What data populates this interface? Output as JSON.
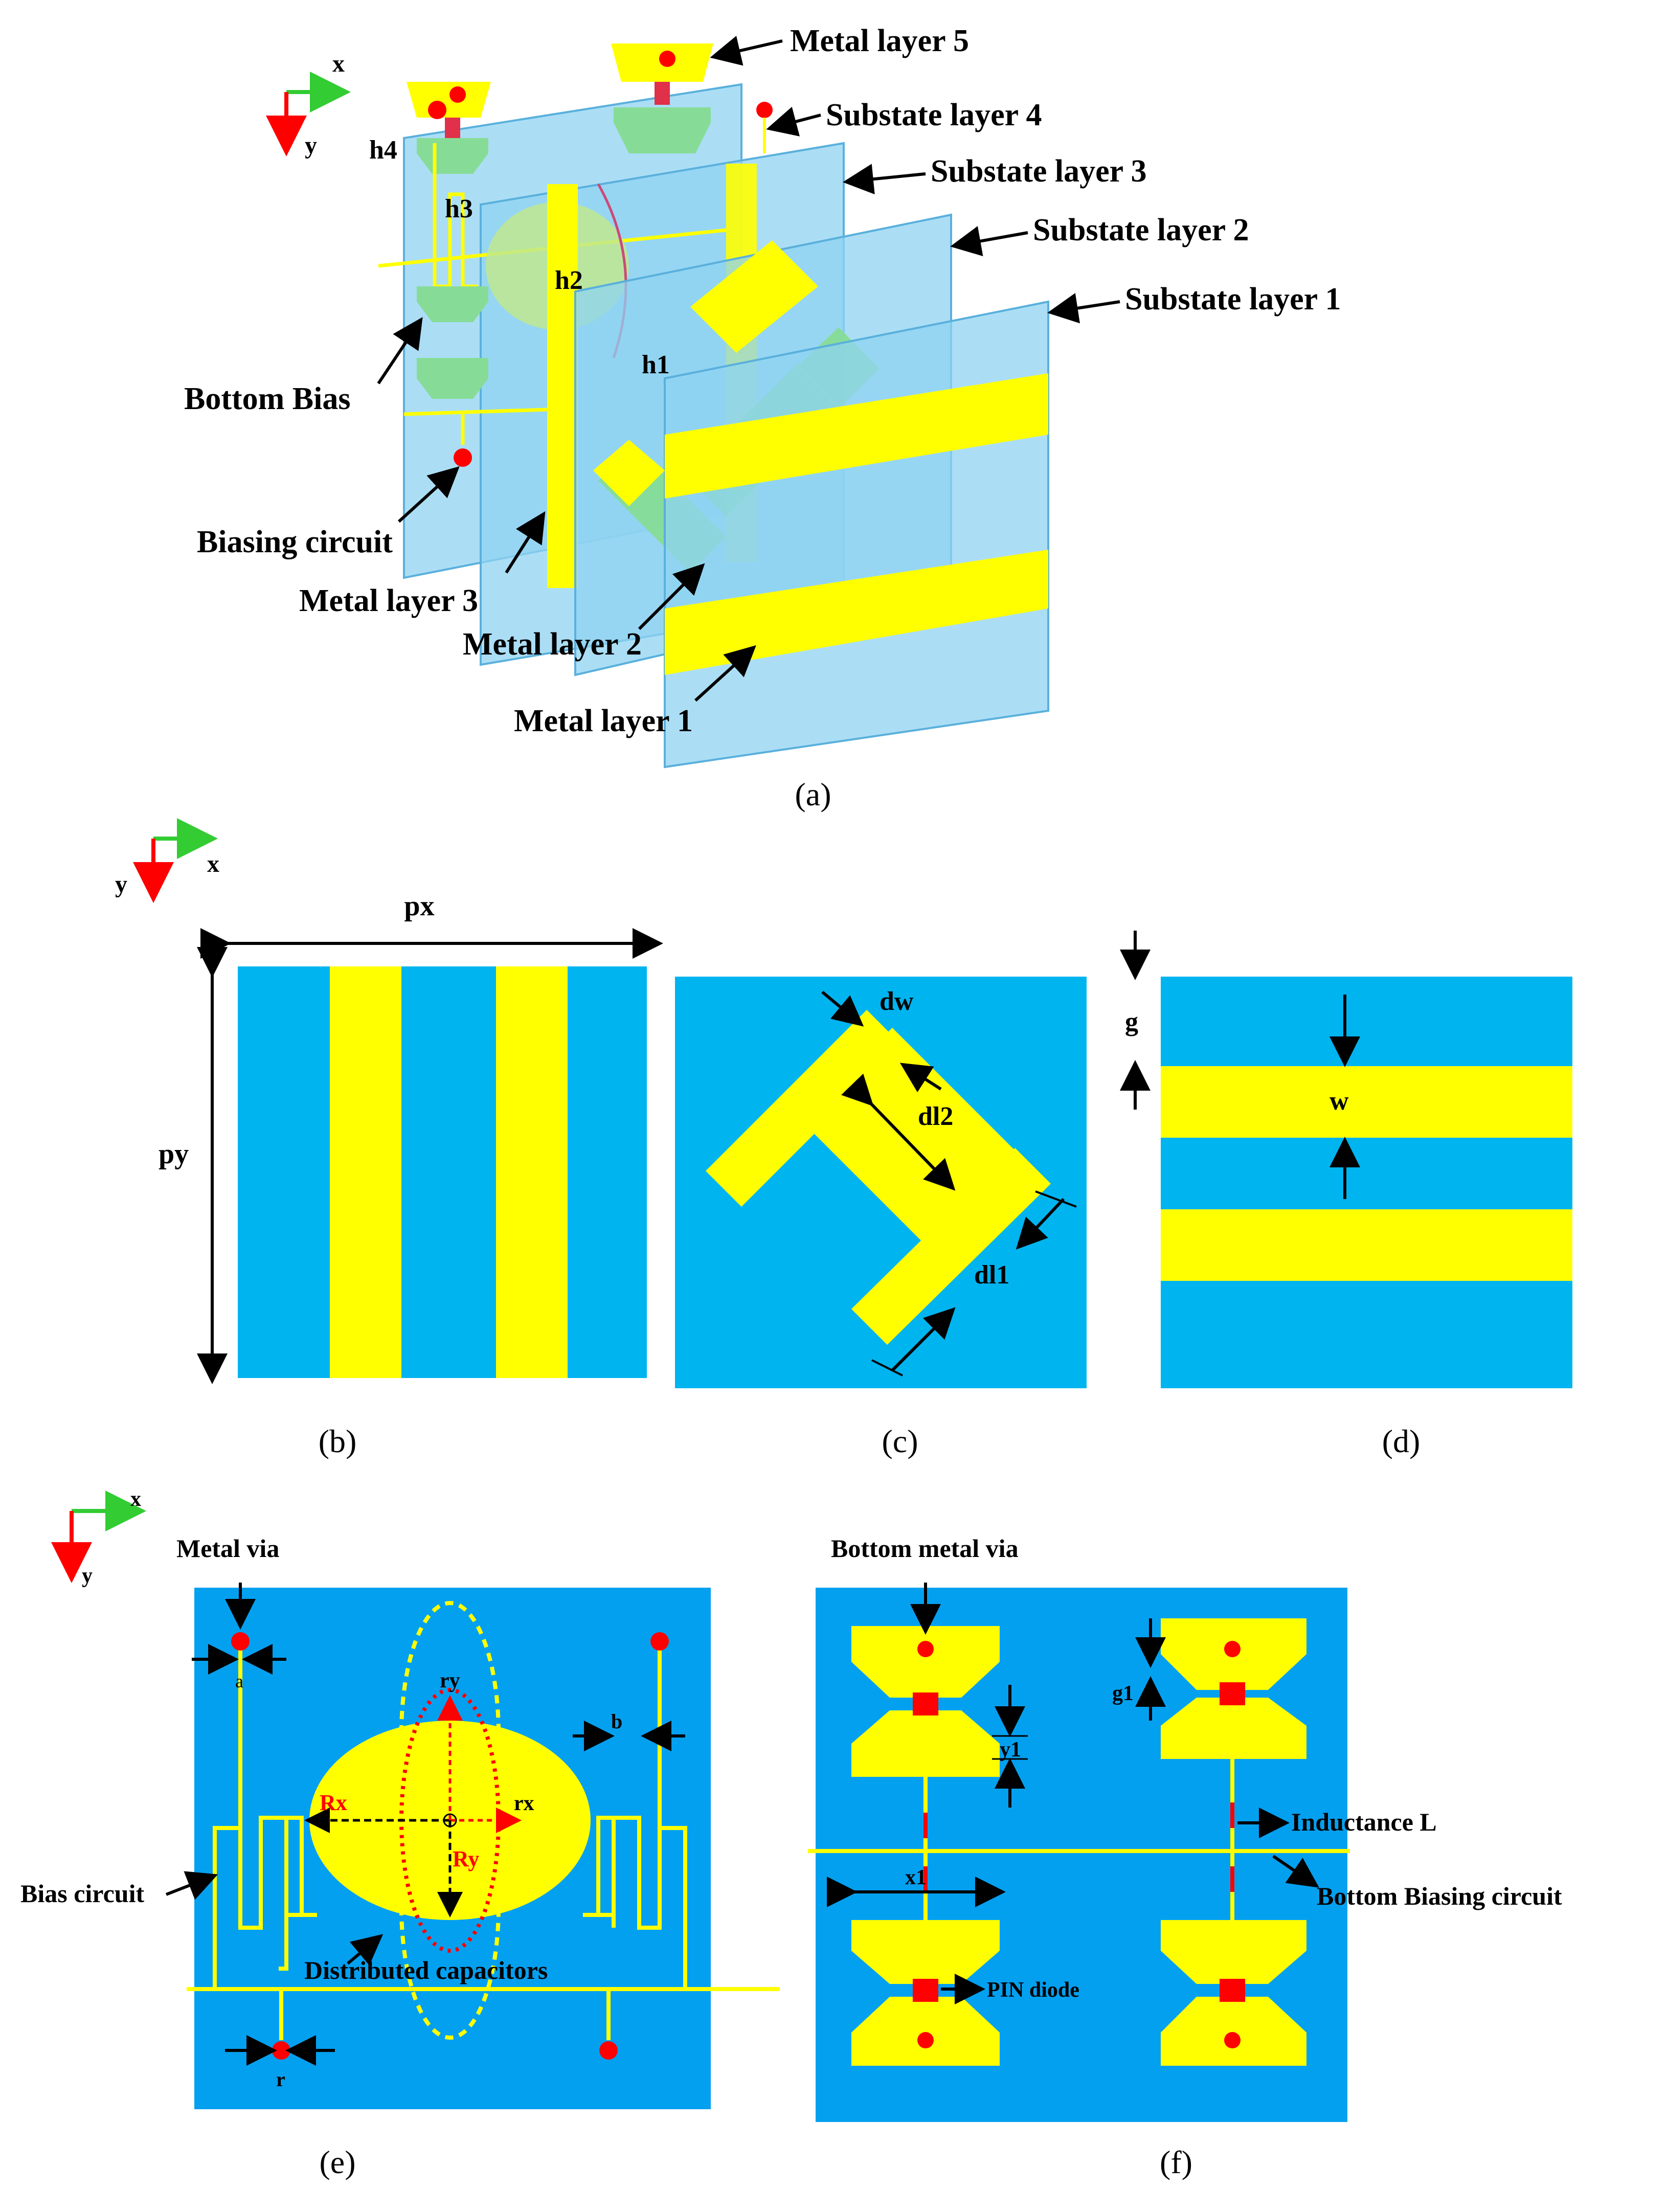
{
  "colors": {
    "substrate": "#00b4f0",
    "substrate_light": "#8fd3f2",
    "substrate_e": "#04a0f0",
    "metal": "#ffff00",
    "metal_green": "#86dc96",
    "red": "#ff0000",
    "axis_green": "#33cc33",
    "axis_red": "#ff0000"
  },
  "axes": {
    "x": "x",
    "y": "y"
  },
  "panel_a": {
    "caption": "(a)",
    "labels": {
      "metal5": "Metal layer 5",
      "sub4": "Substate layer 4",
      "sub3": "Substate layer 3",
      "sub2": "Substate layer 2",
      "sub1": "Substate layer 1",
      "bottom_bias": "Bottom Bias",
      "biasing_circuit": "Biasing circuit",
      "metal3": "Metal layer 3",
      "metal2": "Metal layer 2",
      "metal1": "Metal layer 1",
      "h1": "h1",
      "h2": "h2",
      "h3": "h3",
      "h4": "h4"
    }
  },
  "panel_b": {
    "caption": "(b)",
    "px": "px",
    "py": "py"
  },
  "panel_c": {
    "caption": "(c)",
    "dw": "dw",
    "dl2": "dl2",
    "dl1": "dl1"
  },
  "panel_d": {
    "caption": "(d)",
    "g": "g",
    "w": "w"
  },
  "panel_e": {
    "caption": "(e)",
    "metal_via": "Metal via",
    "a": "a",
    "b": "b",
    "r": "r",
    "ry_upper": "ry",
    "rx_lower": "rx",
    "Rx": "Rx",
    "Ry": "Ry",
    "bias_circuit": "Bias circuit",
    "distributed_capacitors": "Distributed capacitors"
  },
  "panel_f": {
    "caption": "(f)",
    "bottom_metal_via": "Bottom metal via",
    "g1": "g1",
    "y1": "y1",
    "x1": "x1",
    "inductance": "Inductance L",
    "bottom_biasing_circuit": "Bottom Biasing circuit",
    "pin_diode": "PIN diode"
  }
}
